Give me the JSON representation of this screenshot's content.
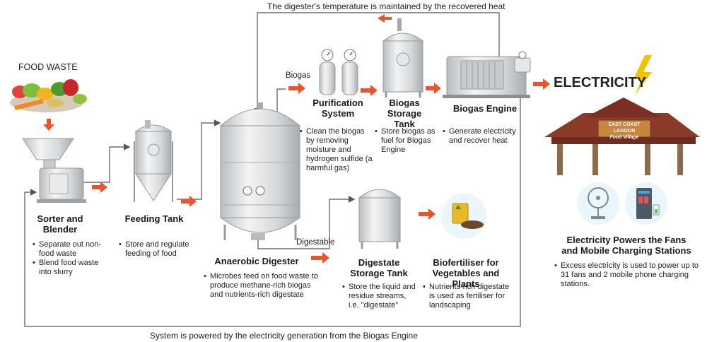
{
  "top_caption": "The digester's temperature is maintained by the recovered heat",
  "bottom_caption": "System is powered by the electricity generation from the Biogas Engine",
  "food_waste_label": "FOOD WASTE",
  "biogas_label": "Biogas",
  "digestable_label": "Digestable",
  "electricity_label": "ELECTRICITY",
  "canopy_sign": {
    "line1": "EAST COAST LAGOON",
    "line2": "Food Village"
  },
  "stages": {
    "sorter": {
      "title": [
        "Sorter and",
        "Blender"
      ],
      "bullets": [
        "Separate out non-food waste",
        "Blend food waste into slurry"
      ]
    },
    "feeding": {
      "title": [
        "Feeding Tank"
      ],
      "bullets": [
        "Store and regulate feeding of food"
      ]
    },
    "digester": {
      "title": [
        "Anaerobic Digester"
      ],
      "bullets": [
        "Microbes feed on food waste to produce methane-rich biogas and nutrients-rich digestate"
      ]
    },
    "purification": {
      "title": [
        "Purification",
        "System"
      ],
      "bullets": [
        "Clean the biogas by removing moisture and hydrogen sulfide (a harmful gas)"
      ]
    },
    "storage": {
      "title": [
        "Biogas Storage",
        "Tank"
      ],
      "bullets": [
        "Store biogas as fuel for Biogas Engine"
      ]
    },
    "engine": {
      "title": [
        "Biogas Engine"
      ],
      "bullets": [
        "Generate electricity and recover heat"
      ]
    },
    "digestate": {
      "title": [
        "Digestate",
        "Storage Tank"
      ],
      "bullets": [
        "Store the liquid and residue streams, i.e. \"digestate\""
      ]
    },
    "biofertiliser": {
      "title": [
        "Biofertiliser for",
        "Vegetables and Plants"
      ],
      "bullets": [
        "Nutrients-rich digestate is used as fertiliser for landscaping"
      ]
    },
    "powers": {
      "title": [
        "Electricity Powers the Fans",
        "and Mobile Charging Stations"
      ],
      "bullets": [
        "Excess electricity is used to power up to 31 fans and 2 mobile phone charging stations."
      ]
    }
  },
  "colors": {
    "arrow": "#e8552b",
    "line": "#555555",
    "bolt": "#f2c200",
    "roof": "#8b3a2a",
    "steel": "#d9dcde"
  }
}
